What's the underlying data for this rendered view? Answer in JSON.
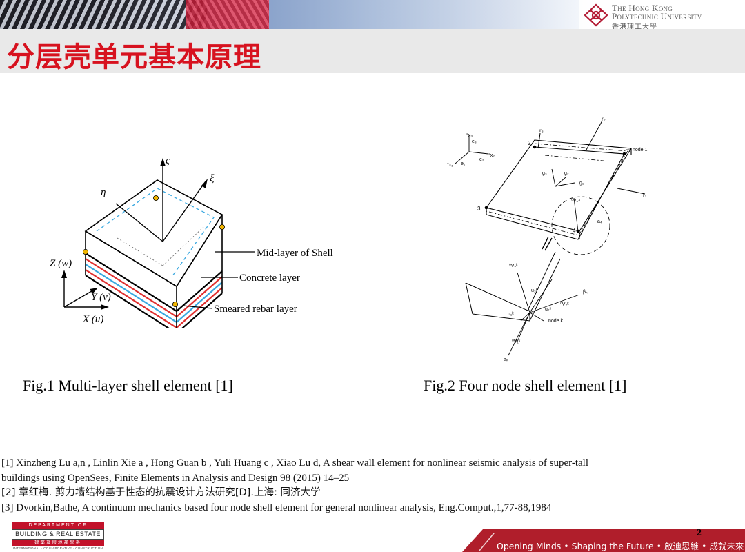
{
  "header": {
    "university_line1": "The Hong Kong",
    "university_line2": "Polytechnic University",
    "university_line3": "香港理工大學"
  },
  "slide": {
    "title": "分层壳单元基本原理",
    "page_number": "2"
  },
  "figure1": {
    "caption": "Fig.1 Multi-layer shell element [1]",
    "label_zeta": "ς",
    "label_xi": "ξ",
    "label_eta": "η",
    "label_z": "Z (w)",
    "label_y": "Y (v)",
    "label_x": "X (u)",
    "label_mid": "Mid-layer of Shell",
    "label_concrete": "Concrete layer",
    "label_rebar": "Smeared rebar layer"
  },
  "figure2": {
    "caption": "Fig.2 Four node shell element [1]",
    "label_r1": "r₁",
    "label_r2": "r₂",
    "label_r3": "r₃",
    "label_node1": "node 1",
    "label_nodek": "node k",
    "label_n1": "1",
    "label_n2": "2",
    "label_n3": "3",
    "label_n4": "4",
    "label_g1": "g₁",
    "label_g2": "g₂",
    "label_g3": "g₃",
    "label_a4": "a₄",
    "label_ak": "aₖ",
    "label_bk": "βₖ",
    "label_vn4": "⁰Vₙ⁴",
    "label_vnk": "⁰Vₙᵏ",
    "label_v1k": "⁰V₁ᵏ",
    "label_v2k": "⁰V₂ᵏ",
    "label_u1k": "u₁ᵏ",
    "label_u2k": "u₂ᵏ",
    "label_u3k": "u₃ᵏ",
    "label_x1": "°x₁",
    "label_x2": "°x₂",
    "label_x3": "°x₃",
    "label_e1": "e₁",
    "label_e2": "e₂",
    "label_e3": "e₃"
  },
  "references": [
    "[1] Xinzheng Lu a,n , Linlin Xie a , Hong Guan b , Yuli Huang c , Xiao Lu d, A shear wall element for nonlinear seismic analysis of super-tall",
    "buildings using OpenSees, Finite Elements in Analysis and Design 98 (2015) 14–25",
    "[2] 章红梅. 剪力墙结构基于性态的抗震设计方法研究[D].上海: 同济大学",
    "[3] Dvorkin,Bathe, A continuum mechanics based four node shell element for general nonlinear analysis, Eng.Comput.,1,77-88,1984"
  ],
  "footer": {
    "dept_line1": "DEPARTMENT OF",
    "dept_line2": "BUILDING & REAL ESTATE",
    "dept_line3": "建築及房地產學系",
    "dept_line4": "INTERNATIONAL · COLLABORATIVE · CONSTRUCTION",
    "motto": "Opening Minds • Shaping the Future • 啟迪思維 • 成就未來"
  },
  "colors": {
    "title_red": "#d7121f",
    "footer_red": "#b01e2b",
    "rebar_red": "#e03030",
    "midlayer_blue": "#3aa8e0",
    "node_yellow": "#f0b400"
  }
}
